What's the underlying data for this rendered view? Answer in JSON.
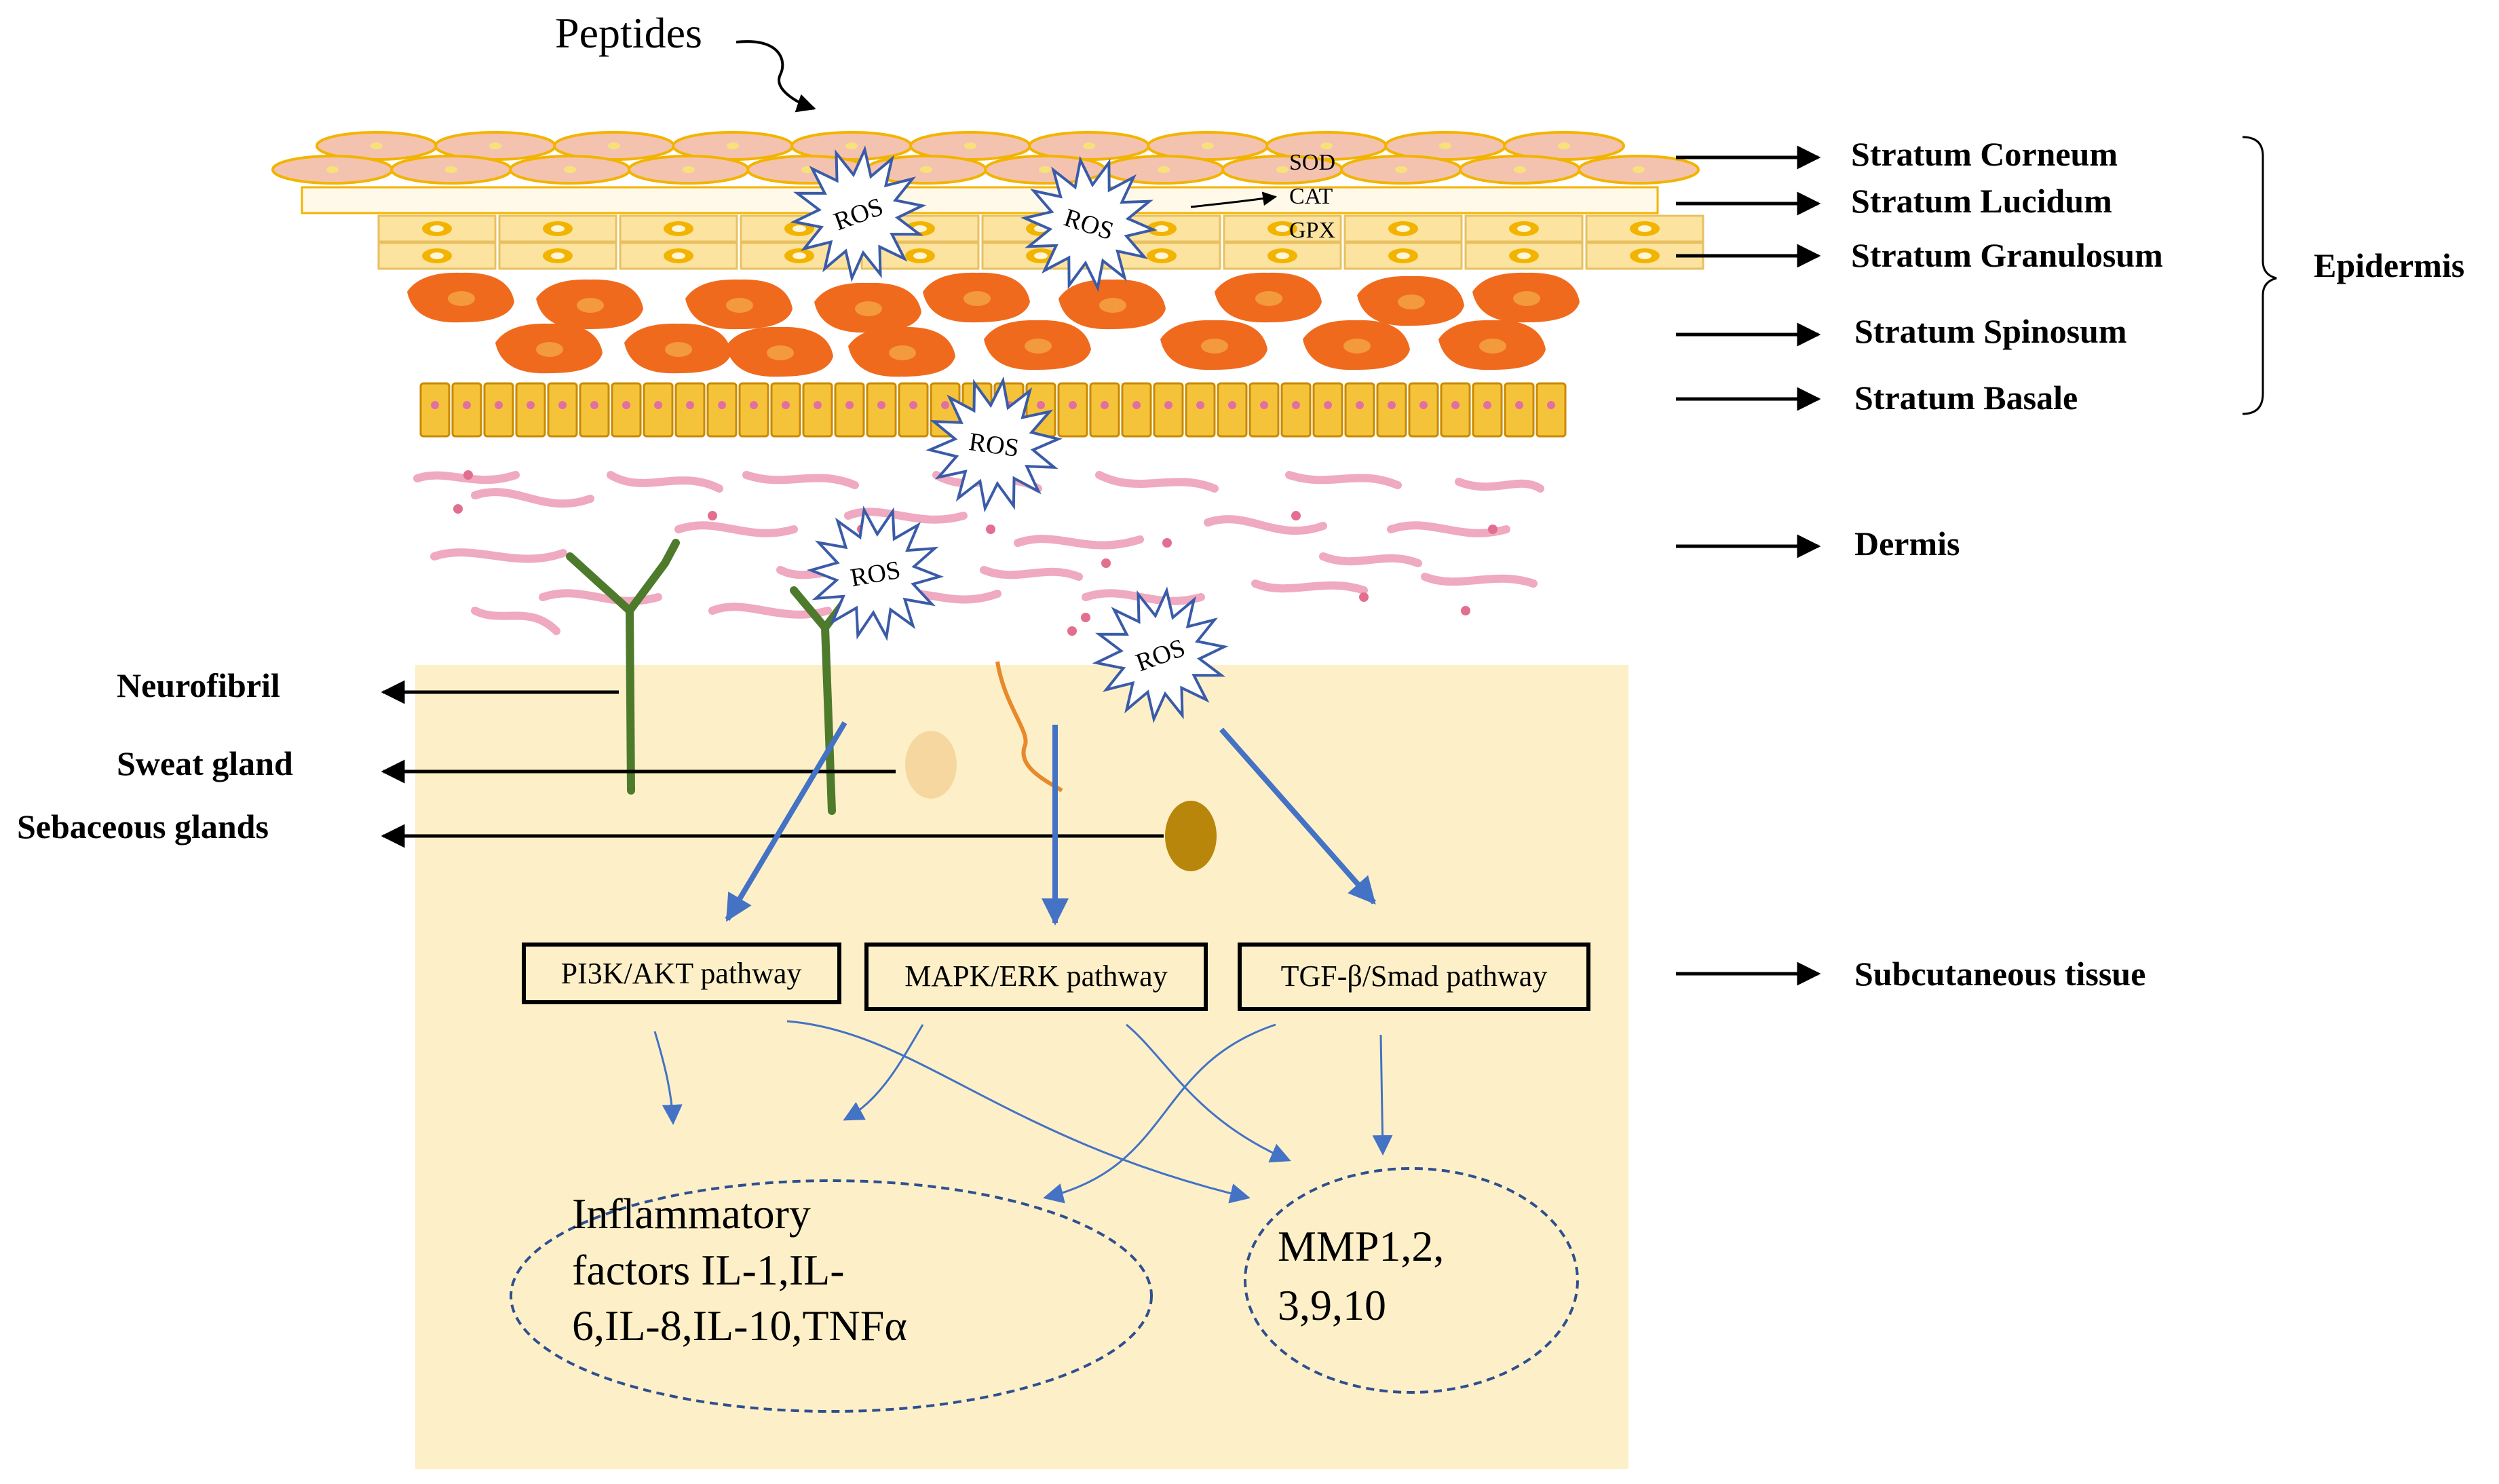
{
  "diagram": {
    "peptides": "Peptides",
    "enzymes": [
      "SOD",
      "CAT",
      "GPX"
    ],
    "ros_label": "ROS",
    "layers": {
      "corneum": "Stratum Corneum",
      "lucidum": "Stratum Lucidum",
      "granulosum": "Stratum Granulosum",
      "spinosum": "Stratum Spinosum",
      "basale": "Stratum Basale",
      "epidermis": "Epidermis",
      "dermis": "Dermis",
      "subcutaneous": "Subcutaneous tissue"
    },
    "structures": {
      "neurofibril": "Neurofibril",
      "sweat_gland": "Sweat gland",
      "sebaceous": "Sebaceous glands"
    },
    "pathways": [
      "PI3K/AKT pathway",
      "MAPK/ERK pathway",
      "TGF-β/Smad pathway"
    ],
    "inflammatory_lines": [
      "Inflammatory",
      "factors IL-1,IL-",
      "6,IL-8,IL-10,TNFα"
    ],
    "mmp_lines": [
      "MMP1,2,",
      "3,9,10"
    ],
    "colors": {
      "corneum_fill": "#F4C3B0",
      "corneum_stroke": "#F2B400",
      "granulosum_fill": "#FCE3A0",
      "spinosum_fill": "#F06A1E",
      "basale_fill": "#F5C33A",
      "nucleus_pink": "#E26FA3",
      "dermis_fiber": "#EFA9C0",
      "subcutaneous_bg": "#FDF0C8",
      "arrow_blue": "#4472C4",
      "neuro_green": "#4E7A2C",
      "sweat_gland": "#F7D7A0",
      "sebaceous": "#B8860B",
      "ros_stroke": "#3A5BA8"
    }
  }
}
